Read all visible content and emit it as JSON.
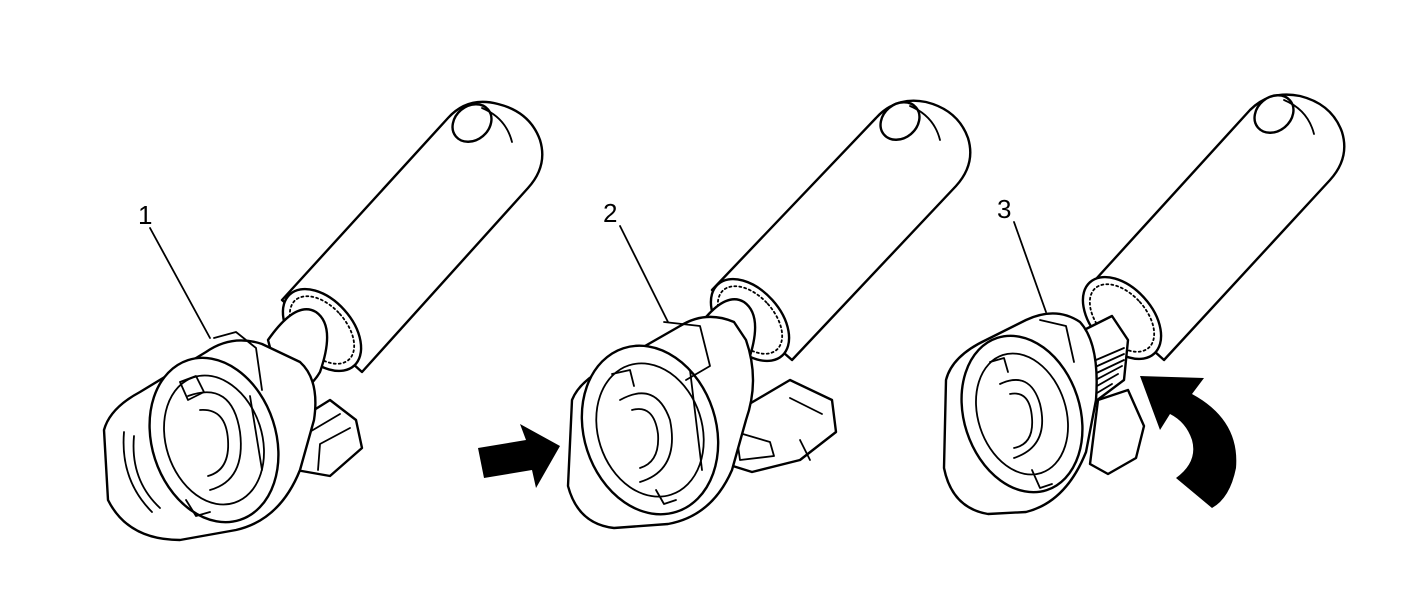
{
  "callouts": [
    "1",
    "2",
    "3"
  ],
  "colors": {
    "line": "#000000",
    "fill": "#ffffff",
    "arrow": "#000000"
  },
  "icons": {
    "push_arrow": "straight-push-arrow-icon",
    "rotate_arrow": "curved-rotate-arrow-icon"
  }
}
